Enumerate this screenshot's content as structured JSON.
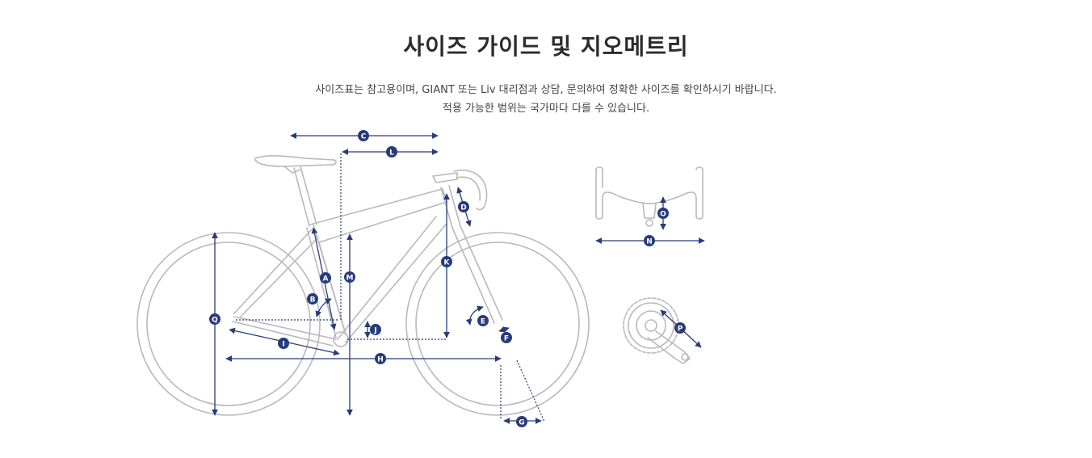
{
  "header": {
    "title": "사이즈 가이드 및 지오메트리",
    "description_line1": "사이즈표는 참고용이며, GIANT 또는 Liv 대리점과 상담, 문의하여 정확한 사이즈를 확인하시기 바랍니다.",
    "description_line2": "적용 가능한 범위는 국가마다 다를 수 있습니다."
  },
  "diagram": {
    "labels": {
      "A": "A",
      "B": "B",
      "C": "C",
      "D": "D",
      "E": "E",
      "F": "F",
      "G": "G",
      "H": "H",
      "I": "I",
      "J": "J",
      "K": "K",
      "L": "L",
      "M": "M",
      "N": "N",
      "O": "O",
      "P": "P",
      "Q": "Q"
    },
    "colors": {
      "measure": "#283b7a",
      "frame": "#b9b9bd"
    }
  }
}
